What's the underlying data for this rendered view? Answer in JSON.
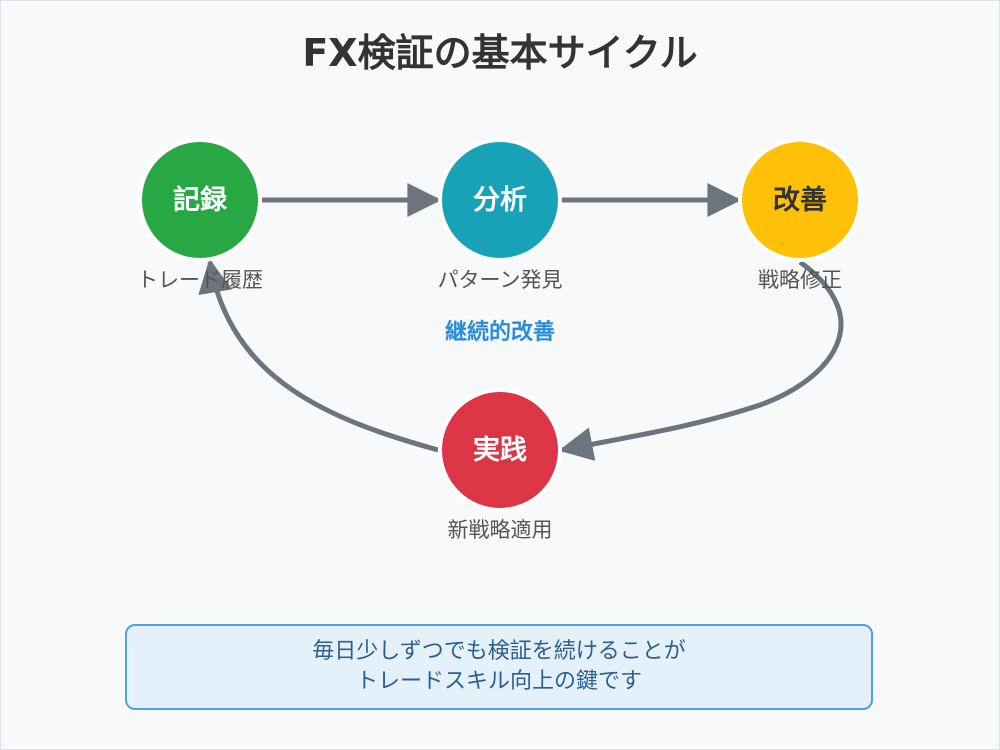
{
  "title": "FX検証の基本サイクル",
  "nodes": [
    {
      "label": "記録",
      "sub": "トレード履歴",
      "color": "#28a745"
    },
    {
      "label": "分析",
      "sub": "パターン発見",
      "color": "#17a2b8"
    },
    {
      "label": "改善",
      "sub": "戦略修正",
      "color": "#ffc107"
    },
    {
      "label": "実践",
      "sub": "新戦略適用",
      "color": "#dc3545"
    }
  ],
  "center_label": "継続的改善",
  "footer": {
    "line1": "毎日少しずつでも検証を続けることが",
    "line2": "トレードスキル向上の鍵です"
  },
  "colors": {
    "arrow": "#6c757d",
    "accent": "#2a8cdf"
  }
}
